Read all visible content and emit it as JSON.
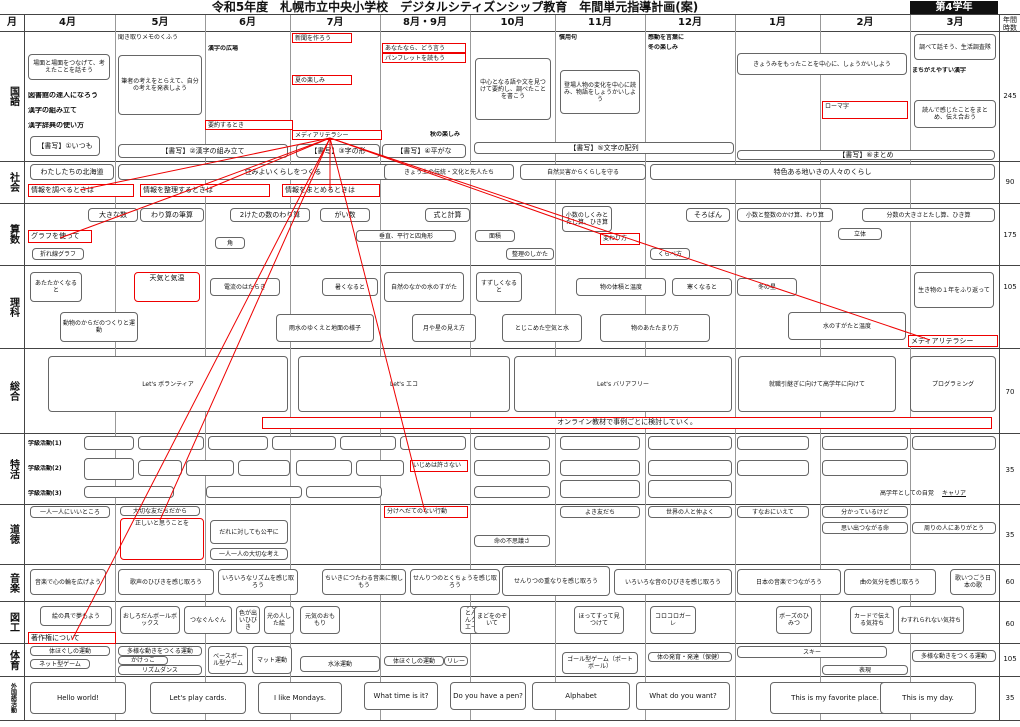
{
  "title": "令和5年度　札幌市立中央小学校　デジタルシティズンシップ教育　年間単元指導計画(案)",
  "grade": "第4学年",
  "month_label": "月",
  "months": [
    "4月",
    "5月",
    "6月",
    "7月",
    "8月・9月",
    "10月",
    "11月",
    "12月",
    "1月",
    "2月",
    "3月"
  ],
  "hours_header": "年間時数",
  "subjects": [
    {
      "name": "国語",
      "hours": "245"
    },
    {
      "name": "社会",
      "hours": "90"
    },
    {
      "name": "算数",
      "hours": "175"
    },
    {
      "name": "理科",
      "hours": "105"
    },
    {
      "name": "総合",
      "hours": "70"
    },
    {
      "name": "特活",
      "hours": "35"
    },
    {
      "name": "道徳",
      "hours": "35"
    },
    {
      "name": "音楽",
      "hours": "60"
    },
    {
      "name": "図工",
      "hours": "60"
    },
    {
      "name": "体育",
      "hours": "105"
    },
    {
      "name": "外国語活動",
      "hours": "35"
    }
  ],
  "kokugo": [
    "場面と場面をつなげて、考えたことを話そう",
    "聞き取りメモのくふう",
    "筆者の考えをとらえて、自分の考えを発表しよう",
    "新聞を作ろう",
    "あなたなら、どう言う",
    "パンフレットを読もう",
    "中心となる語や文を見つけて要約し、調べたことを書こう",
    "慣用句",
    "登場人物の変化を中心に読み、物語をしょうかいしよう",
    "感動を言葉に",
    "冬の楽しみ",
    "きょうみをもったことを中心に、しょうかいしよう",
    "調べて話そう、生活調査隊",
    "読んで感じたことをまとめ、伝え合おう",
    "図書館の達人になろう",
    "漢字の組み立て",
    "漢字辞典の使い方",
    "【書写】①いつも",
    "【書写】②漢字の組み立て",
    "【書写】③字の形",
    "【書写】④平がな",
    "【書写】⑤文字の配列",
    "【書写】⑥まとめ",
    "要約するとき",
    "メディアリテラシー",
    "夏の楽しみ",
    "秋の楽しみ",
    "漢字の広場",
    "ローマ字",
    "まちがえやすい漢字"
  ],
  "shakai": [
    "わたしたちの北海道",
    "住みよいくらしをつくる",
    "きょう土の伝統・文化と先人たち",
    "自然災害からくらしを守る",
    "特色ある地いきの人々のくらし",
    "情報を調べるときは",
    "情報を整理するときは",
    "情報をまとめるときは"
  ],
  "sansu": [
    "大きな数",
    "わり算の筆算",
    "2けたの数のわり算",
    "がい数",
    "式と計算",
    "小数のしくみとたし算、ひき算",
    "そろばん",
    "小数と整数のかけ算、わり算",
    "分数の大きさとたし算、ひき算",
    "グラフを使って",
    "折れ線グラフ",
    "角",
    "垂直、平行と四角形",
    "面積",
    "整理のしかた",
    "変わり方",
    "くらべ方",
    "立体"
  ],
  "rika": [
    "あたたかくなると",
    "天気と気温",
    "電流のはたらき",
    "暑くなると",
    "自然のなかの水のすがた",
    "すずしくなると",
    "物の体積と温度",
    "寒くなると",
    "冬の星",
    "生き物の１年をふり返って",
    "動物のからだのつくりと運動",
    "雨水のゆくえと地面の様子",
    "月や星の見え方",
    "とじこめた空気と水",
    "物のあたたまり方",
    "水のすがたと温度",
    "メディアリテラシー"
  ],
  "sogo": [
    "Let's ボランティア",
    "Let's エコ",
    "Let's バリアフリー",
    "就職引継ぎに向けて高学年に向けて",
    "プログラミング",
    "オンライン教材で事例ごとに検討していく。"
  ],
  "tokkatsu": [
    "学級活動(1)",
    "学級活動(2)",
    "学級活動(3)",
    "いじめは許さない",
    "キャリア",
    "高学年としての自覚"
  ],
  "dotoku": [
    "一人一人にいいところ",
    "大切な友だちだから",
    "正しいと思うことを",
    "だれに対しても公平に",
    "一人一人の大切な考え",
    "分けへだてのない行動",
    "命の不思議さ",
    "よき友だち",
    "世界の人と仲よく",
    "すなおにいえて",
    "分かっているけど",
    "思い出つながる命",
    "周りの人にありがとう"
  ],
  "ongaku": [
    "音楽で心の輪を広げよう",
    "歌声のひびきを感じ取ろう",
    "いろいろなリズムを感じ取ろう",
    "ちいきにつたわる音楽に親しもう",
    "せんりつのとくちょうを感じ取ろう",
    "せんりつの重なりを感じ取ろう",
    "いろいろな音のひびきを感じ取ろう",
    "日本の音楽でつながろう",
    "曲の気分を感じ取ろう",
    "歌いつごう日本の歌"
  ],
  "zuko": [
    "絵の具で夢もよう",
    "おしろだんボールボックス",
    "つなぐんぐん",
    "色が出いひびき",
    "光の人した絵",
    "元気のおももり",
    "すぎもとんとんクリエーター",
    "まどをのぞいて",
    "ほってすって見つけて",
    "コロコロガーレ",
    "ボーズのひみつ",
    "カードで伝える気持ち",
    "わすれられない気持ち",
    "著作権について"
  ],
  "taiiku": [
    "体ほぐしの運動",
    "ネット型ゲーム",
    "多様な動きをつくる運動",
    "かけっこ",
    "リズムダンス",
    "ベースボール型ゲーム",
    "マット運動",
    "水泳運動",
    "体ほぐしの運動",
    "リレー",
    "ゴール型ゲーム（ポートボール）",
    "体の発育・発達（保健）",
    "スキー",
    "多様な動きをつくる運動",
    "表現"
  ],
  "gaikokugo": [
    "Hello world!",
    "Let's play cards.",
    "I like Mondays.",
    "What time is it?",
    "Do you have a pen?",
    "Alphabet",
    "What do you want?",
    "This is my favorite place.",
    "This is my day."
  ]
}
